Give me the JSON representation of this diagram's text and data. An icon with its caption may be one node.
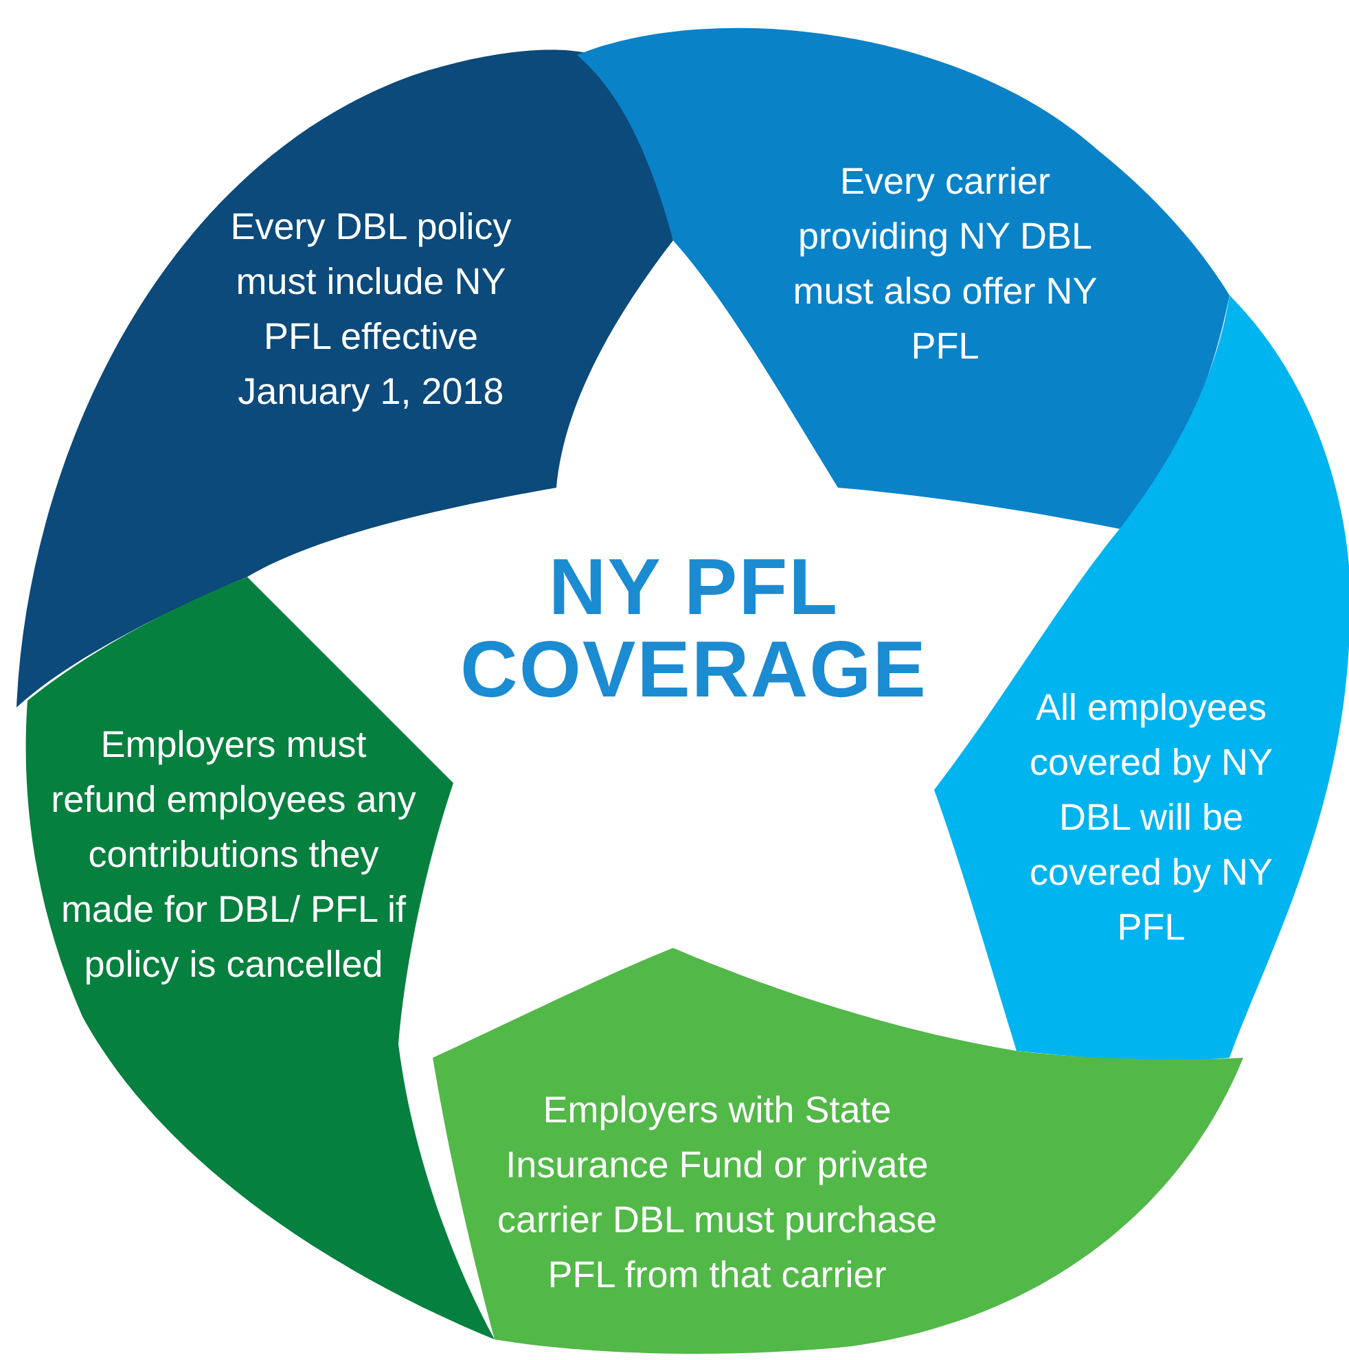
{
  "diagram": {
    "title": "NY PFL COVERAGE",
    "nodes": [
      {
        "text": [
          "Every DBL policy must include NY PFL effective January 1, 2018"
        ]
      },
      {
        "text": [
          "Every carrier providing NY DBL must also offer NY PFL"
        ]
      },
      {
        "text": [
          "All employees covered by NY DBL will be covered by NY PFL"
        ]
      },
      {
        "text": [
          "Employers with State Insurance Fund or private carrier DBL must purchase PFL from that carrier"
        ]
      },
      {
        "text": [
          "Employers must refund employees any contributions they made for DBL/ PFL if policy is cancelled"
        ]
      }
    ]
  }
}
